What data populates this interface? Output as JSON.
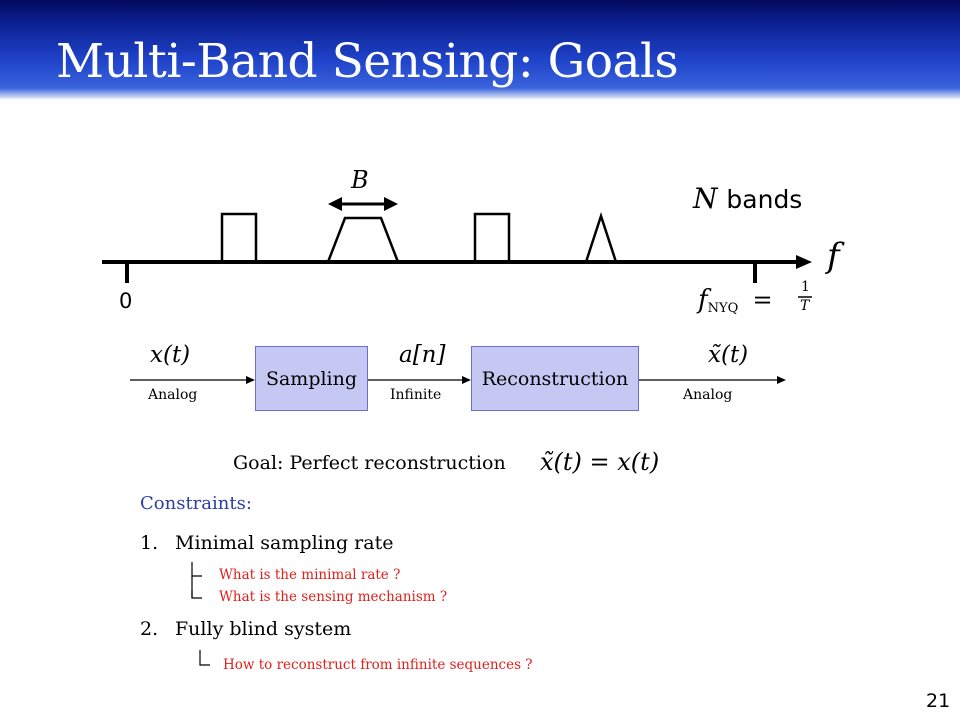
{
  "slide": {
    "title": "Multi-Band Sensing: Goals",
    "page_number": "21"
  },
  "spectrum": {
    "bandwidth_label": "B",
    "n_label": "N",
    "bands_label": "bands",
    "axis_label": "f",
    "zero_label": "0",
    "nyq_f": "f",
    "nyq_sub": "NYQ",
    "nyq_eq": "=",
    "nyq_num": "1",
    "nyq_den": "T"
  },
  "pipeline": {
    "input_signal": "x(t)",
    "input_type": "Analog",
    "block1": "Sampling",
    "mid_signal": "a[n]",
    "mid_type": "Infinite",
    "block2": "Reconstruction",
    "output_signal": "x̃(t)",
    "output_type": "Analog"
  },
  "goal": {
    "text": "Goal: Perfect reconstruction",
    "formula": "x̃(t) = x(t)"
  },
  "constraints": {
    "heading": "Constraints:",
    "items": [
      {
        "number": "1.",
        "text": "Minimal sampling rate",
        "subitems": [
          "What is the minimal rate ?",
          "What is the sensing mechanism ?"
        ]
      },
      {
        "number": "2.",
        "text": "Fully blind system",
        "subitems": [
          "How to reconstruct from infinite sequences ?"
        ]
      }
    ]
  },
  "colors": {
    "title_bar": "#1f43c9",
    "block_fill": "#c5c8f3",
    "constraint_heading": "#2b3ea6",
    "question_red": "#e0201c"
  }
}
